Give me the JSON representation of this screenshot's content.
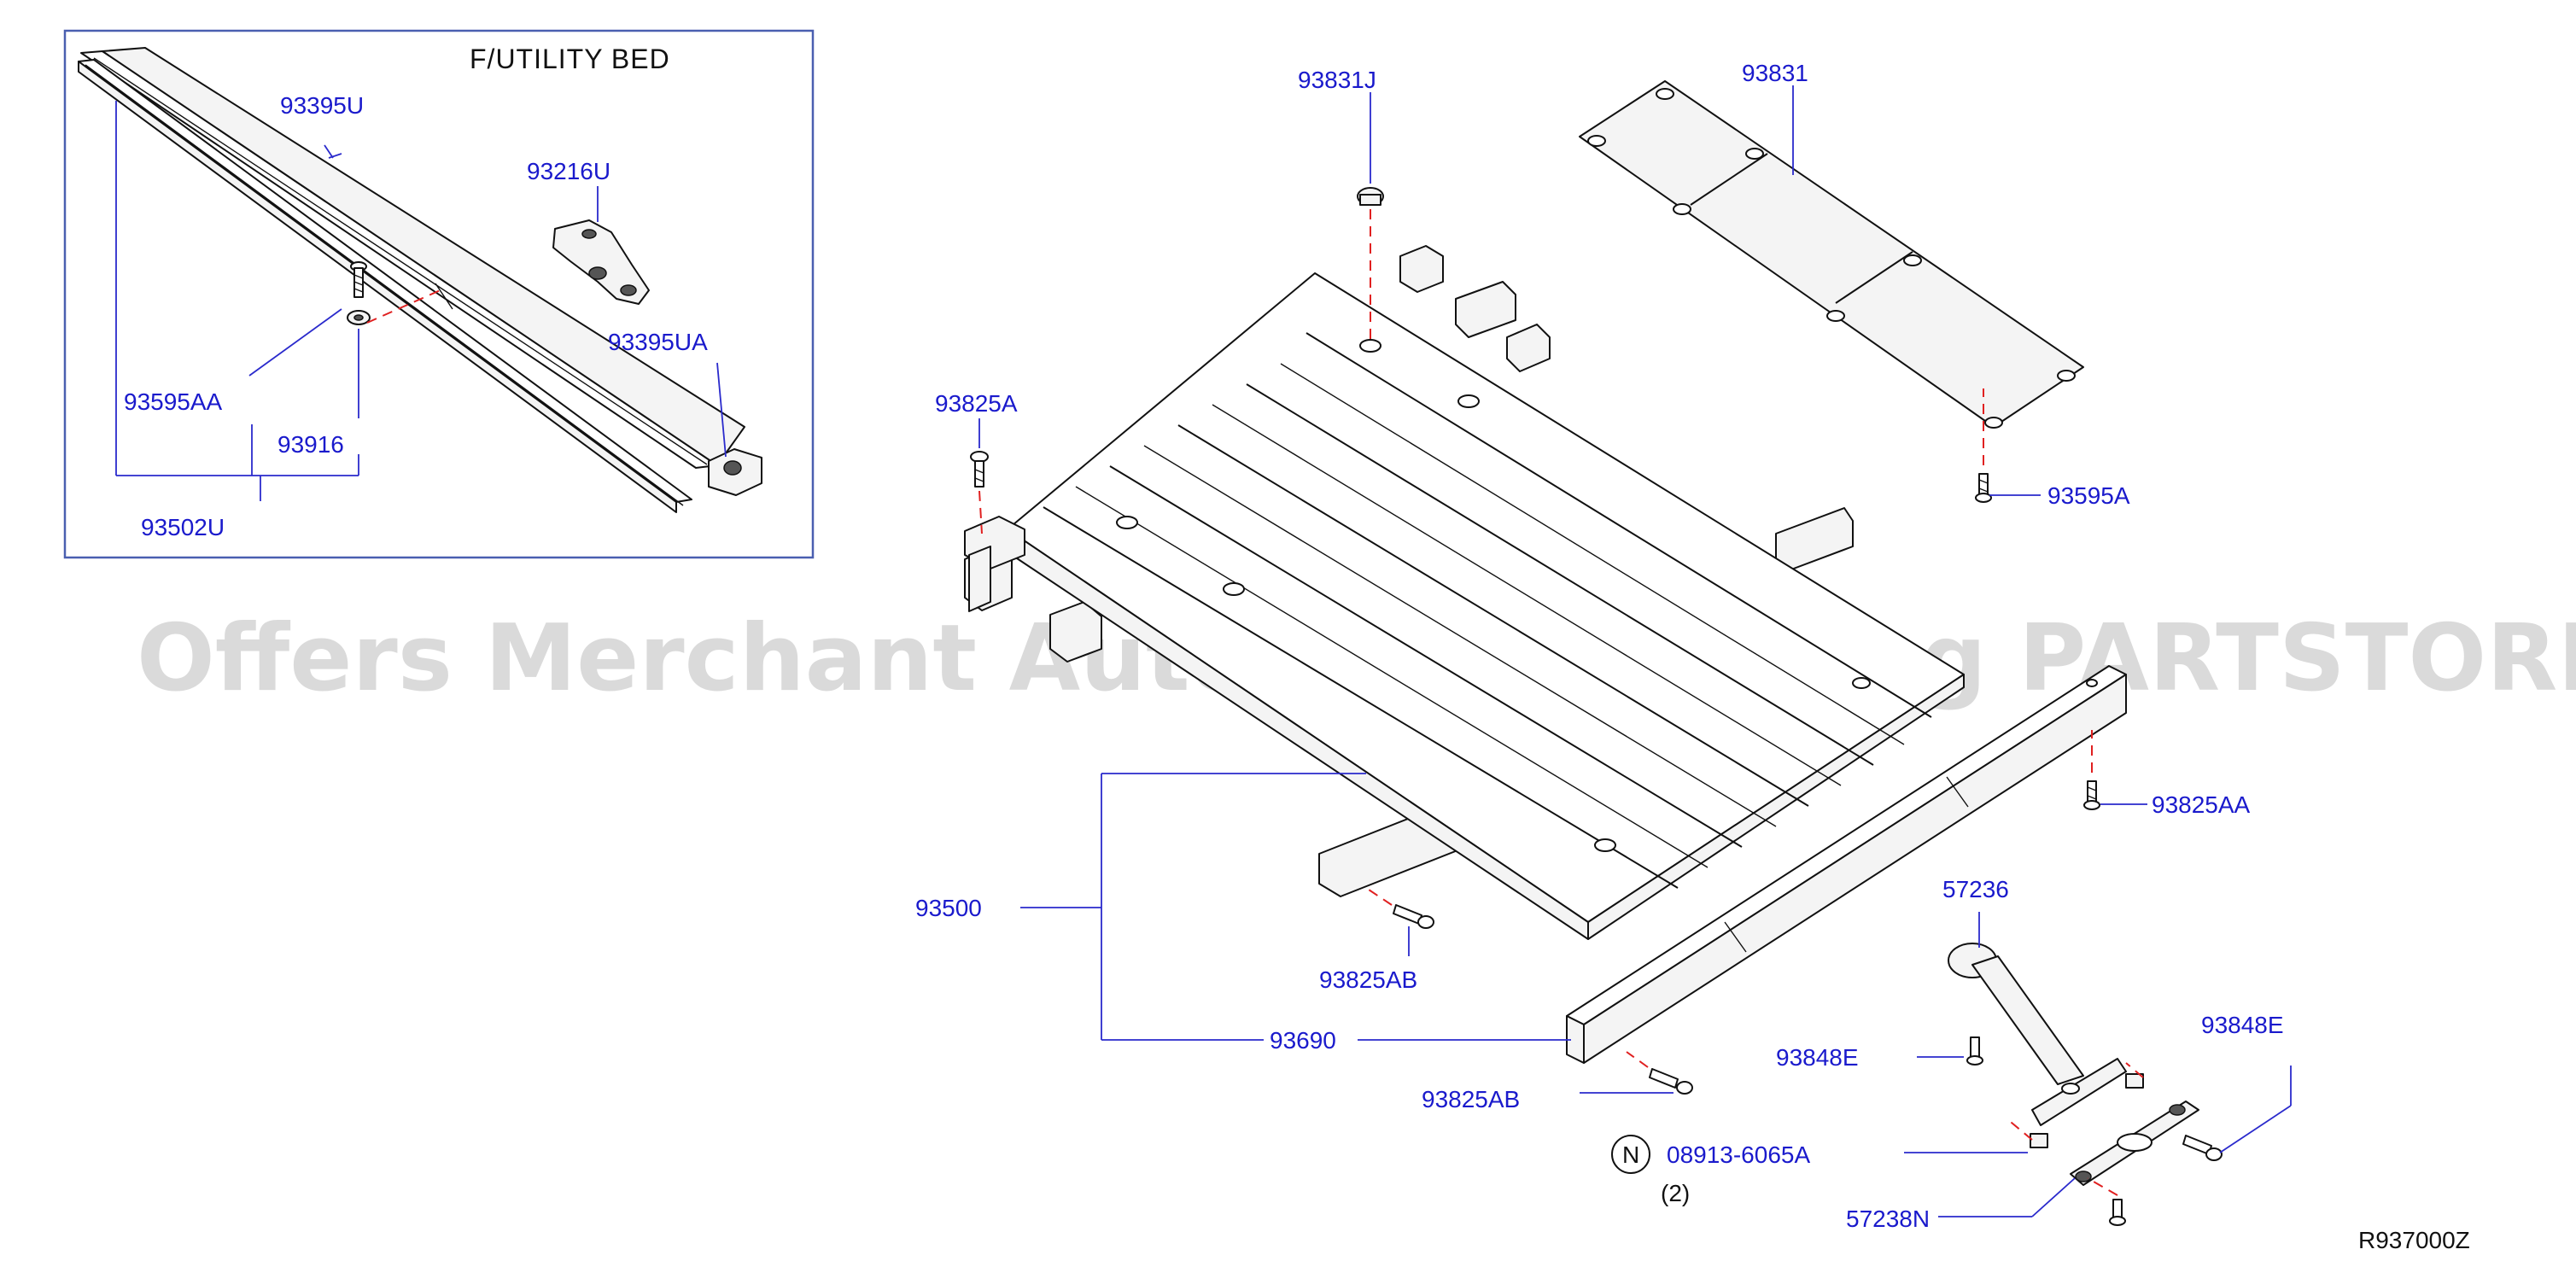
{
  "inset": {
    "title": "F/UTILITY   BED"
  },
  "labels": {
    "p93395U": "93395U",
    "p93216U": "93216U",
    "p93395UA": "93395UA",
    "p93595AA": "93595AA",
    "p93916": "93916",
    "p93502U": "93502U",
    "p93831J": "93831J",
    "p93831": "93831",
    "p93825A": "93825A",
    "p93595A": "93595A",
    "p93825AA": "93825AA",
    "p93500": "93500",
    "p93825AB_1": "93825AB",
    "p57236": "57236",
    "p93690": "93690",
    "p93848E_left": "93848E",
    "p93848E_right": "93848E",
    "p93825AB_2": "93825AB",
    "p08913": "08913-6065A",
    "p08913_qty": "(2)",
    "p08913_symbol": "N",
    "p57238N": "57238N"
  },
  "footer": {
    "diagram_code": "R937000Z"
  },
  "watermark": {
    "text": "Offers Merchant Auto Parts Catalog PARTSTORE.SA"
  },
  "colors": {
    "label": "#1a1acc",
    "leader": "#2a2acc",
    "dashed_guide": "#e02020",
    "line_art": "#111111",
    "watermark": "#bdbdbd"
  }
}
